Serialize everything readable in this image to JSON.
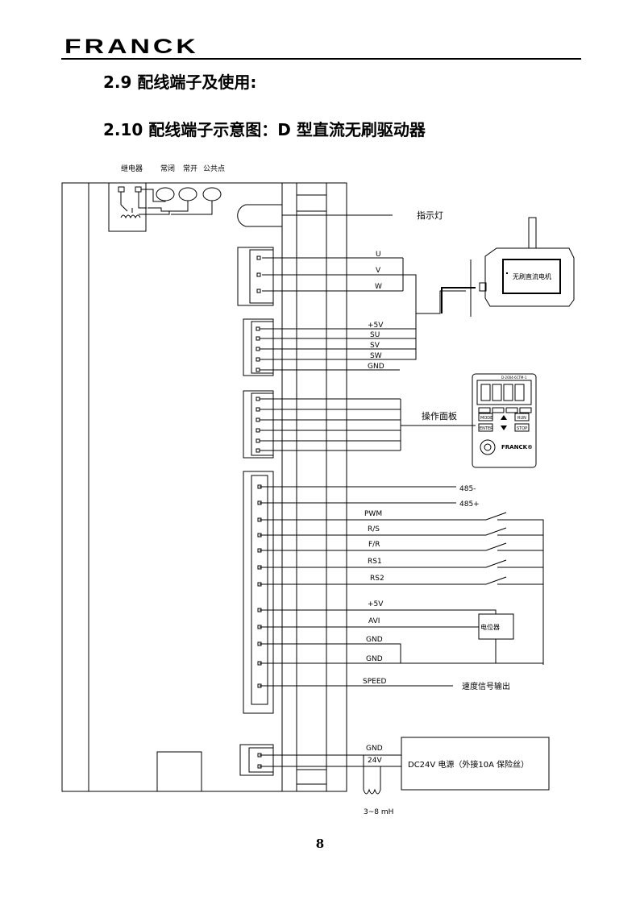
{
  "header": {
    "logo": "FRANCK"
  },
  "headings": {
    "s29": "2.9 配线端子及使用:",
    "s210": "2.10 配线端子示意图：D 型直流无刷驱动器"
  },
  "diagram": {
    "relay": {
      "label": "继电器",
      "nc": "常闭",
      "no": "常开",
      "common": "公共点"
    },
    "indicator": "指示灯",
    "motor": {
      "label": "无刷直流电机",
      "phases": [
        "U",
        "V",
        "W"
      ]
    },
    "hall": [
      "+5V",
      "SU",
      "SV",
      "SW",
      "GND"
    ],
    "panel": {
      "label": "操作面板",
      "brand": "FRANCK®",
      "model": "D-2004-6CTM-1",
      "keys": [
        "MODE",
        "ENTER",
        "RUN",
        "STOP"
      ]
    },
    "comm": [
      "485-",
      "485+"
    ],
    "signals": [
      "PWM",
      "R/S",
      "F/R",
      "RS1",
      "RS2"
    ],
    "pot": {
      "label": "电位器",
      "pins": [
        "+5V",
        "AVI",
        "GND",
        "GND"
      ]
    },
    "speed": {
      "pin": "SPEED",
      "label": "速度信号输出"
    },
    "power": {
      "gnd": "GND",
      "v24": "24V",
      "label": "DC24V 电源（外接10A 保险丝）",
      "inductor": "3~8 mH"
    }
  },
  "page_number": "8"
}
